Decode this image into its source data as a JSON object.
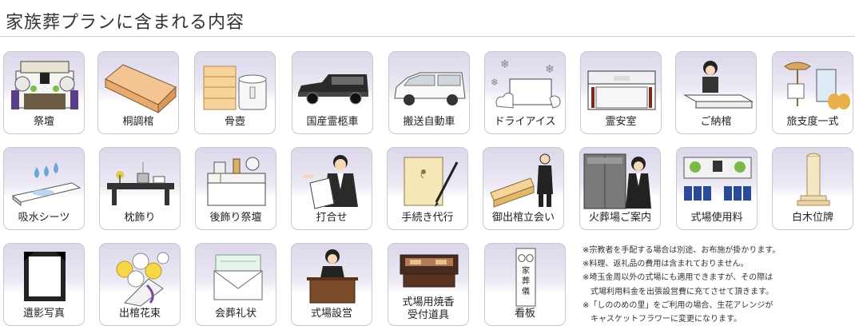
{
  "title": "家族葬プランに含まれる内容",
  "items": [
    {
      "label": "祭壇",
      "icon": "altar-icon"
    },
    {
      "label": "桐調棺",
      "icon": "coffin-icon"
    },
    {
      "label": "骨壺",
      "icon": "urn-icon"
    },
    {
      "label": "国産霊柩車",
      "icon": "hearse-icon"
    },
    {
      "label": "搬送自動車",
      "icon": "van-icon"
    },
    {
      "label": "ドライアイス",
      "icon": "dry-ice-icon"
    },
    {
      "label": "霊安室",
      "icon": "morgue-icon"
    },
    {
      "label": "ご納棺",
      "icon": "encoffining-icon"
    },
    {
      "label": "旅支度一式",
      "icon": "travel-kit-icon"
    },
    {
      "label": "吸水シーツ",
      "icon": "absorbent-sheet-icon"
    },
    {
      "label": "枕飾り",
      "icon": "pillow-decoration-icon"
    },
    {
      "label": "後飾り祭壇",
      "icon": "rear-altar-icon"
    },
    {
      "label": "打合せ",
      "icon": "meeting-icon"
    },
    {
      "label": "手続き代行",
      "icon": "paperwork-icon"
    },
    {
      "label": "御出棺立会い",
      "icon": "departure-attendance-icon"
    },
    {
      "label": "火葬場ご案内",
      "icon": "crematorium-guide-icon"
    },
    {
      "label": "式場使用料",
      "icon": "hall-fee-icon"
    },
    {
      "label": "白木位牌",
      "icon": "memorial-tablet-icon"
    },
    {
      "label": "遺影写真",
      "icon": "portrait-frame-icon"
    },
    {
      "label": "出棺花束",
      "icon": "flower-bouquet-icon"
    },
    {
      "label": "会葬礼状",
      "icon": "thank-you-letter-icon"
    },
    {
      "label": "式場設営",
      "icon": "hall-setup-icon"
    },
    {
      "label": "式場用焼香\n受付道具",
      "icon": "incense-tools-icon"
    },
    {
      "label": "看板",
      "icon": "signboard-icon"
    }
  ],
  "signboard_text": [
    "〇〇",
    "家",
    "葬",
    "儀"
  ],
  "notes": [
    "※宗教者を手配する場合は別途、お布施が掛かります。",
    "※料理、返礼品の費用は含まれておりません。",
    "※埼玉金周以外の式場にも適用できますが、その際は",
    "　式場利用料金を出張設営費に充てさせて頂きます。",
    "※「しののめの里」をご利用の場合、生花アレンジが",
    "　キャスケットフラワーに変更になります。"
  ]
}
